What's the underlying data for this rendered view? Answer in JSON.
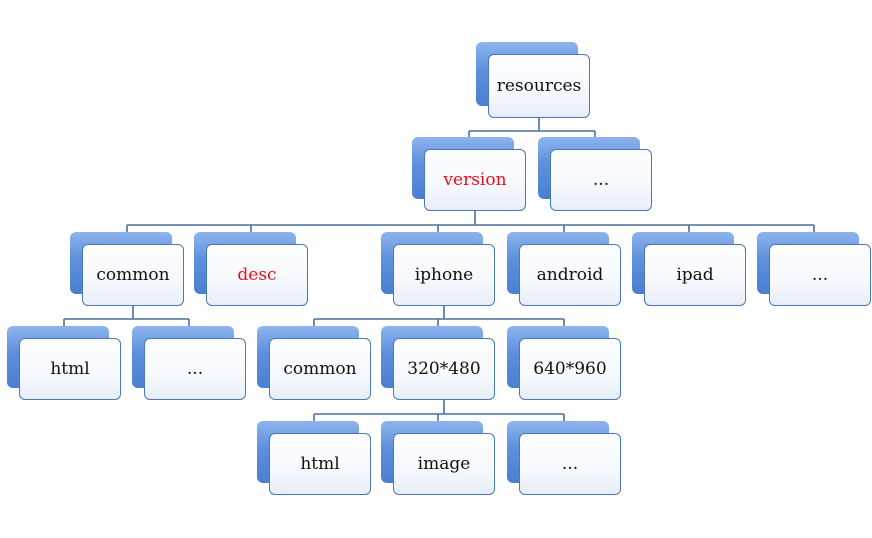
{
  "diagram": {
    "type": "tree",
    "colors": {
      "node_text": "#111111",
      "highlight_text": "#e8101a",
      "node_accent": "#5d8fdc",
      "connector": "#4a6f9e"
    },
    "root": {
      "id": "resources",
      "label": "resources",
      "children": [
        {
          "id": "version",
          "label": "version",
          "highlight": true,
          "children": [
            {
              "id": "common-1",
              "label": "common",
              "children": [
                {
                  "id": "html-1",
                  "label": "html"
                },
                {
                  "id": "more-3",
                  "label": "..."
                }
              ]
            },
            {
              "id": "desc",
              "label": "desc",
              "highlight": true
            },
            {
              "id": "iphone",
              "label": "iphone",
              "children": [
                {
                  "id": "common-2",
                  "label": "common"
                },
                {
                  "id": "res-320",
                  "label": "320*480",
                  "children": [
                    {
                      "id": "html-2",
                      "label": "html"
                    },
                    {
                      "id": "image",
                      "label": "image"
                    },
                    {
                      "id": "more-5",
                      "label": "..."
                    }
                  ]
                },
                {
                  "id": "res-640",
                  "label": "640*960"
                }
              ]
            },
            {
              "id": "android",
              "label": "android"
            },
            {
              "id": "ipad",
              "label": "ipad"
            },
            {
              "id": "more-2",
              "label": "..."
            }
          ]
        },
        {
          "id": "more-1",
          "label": "..."
        }
      ]
    }
  }
}
